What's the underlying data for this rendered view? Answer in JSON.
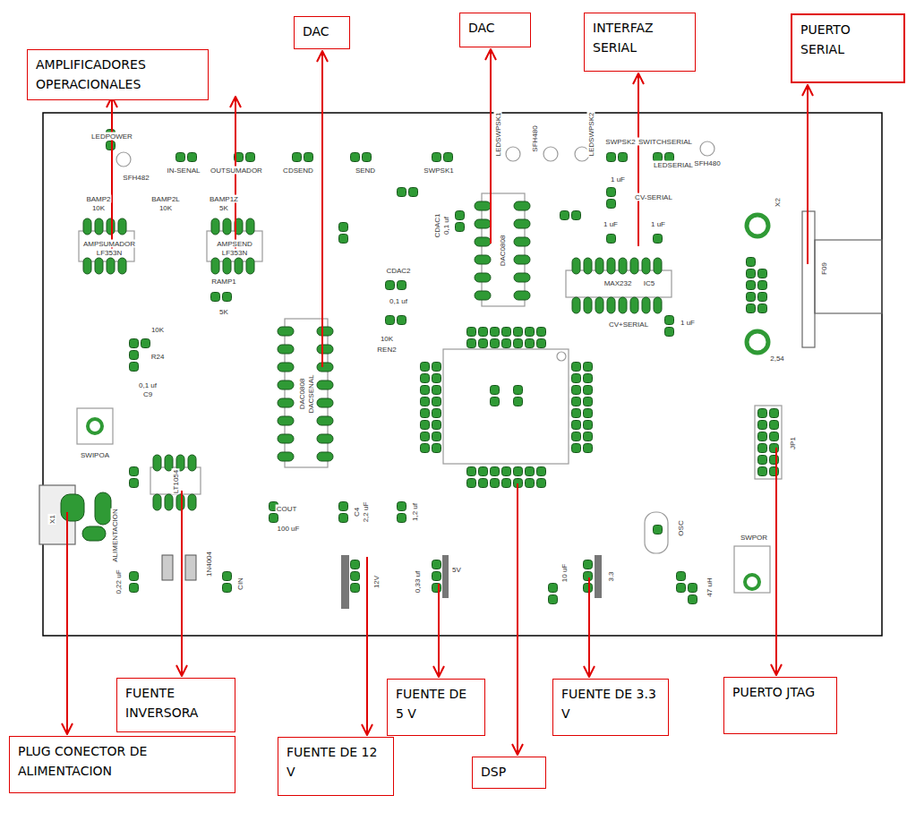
{
  "diagram": {
    "nodes": [
      {
        "text": [
          "AMPLIFICADORES OPERACIONALES"
        ]
      },
      {
        "text": [
          "DAC"
        ]
      },
      {
        "text": [
          "DAC"
        ]
      },
      {
        "text": [
          "INTERFAZ SERIAL"
        ]
      },
      {
        "text": [
          "PUERTO SERIAL"
        ]
      },
      {
        "text": [
          "FUENTE INVERSORA"
        ]
      },
      {
        "text": [
          "PLUG CONECTOR DE ALIMENTACION"
        ]
      },
      {
        "text": [
          "FUENTE DE 12 V"
        ]
      },
      {
        "text": [
          "FUENTE DE 5 V"
        ]
      },
      {
        "text": [
          "FUENTE DE 3.3 V"
        ]
      },
      {
        "text": [
          "PUERTO JTAG"
        ]
      },
      {
        "text": [
          "DSP"
        ]
      }
    ],
    "labels": [
      "LEDPOWER",
      "SFH482",
      "IN-SENAL",
      "OUTSUMADOR",
      "CDSEND",
      "SEND",
      "SWPSK1",
      "LEDSWPSK1",
      "SFH480",
      "LEDSWPSK2",
      "SWPSK2",
      "SWITCHSERIAL",
      "LEDSERIAL",
      "SFH480",
      "X2",
      "F09",
      "2,54",
      "BAMP2",
      "10K",
      "BAMP2L",
      "10K",
      "BAMP1Z",
      "5K",
      "AMPSUMADOR",
      "LF353N",
      "AMPSEND",
      "LF353N",
      "DAC0808",
      "DACSENAL",
      "DAC0808",
      "0,1 uf",
      "CDAC1",
      "0,1 uf",
      "CDAC2",
      "MAX232",
      "IC5",
      "1 uF",
      "CV-SERIAL",
      "1 uF",
      "1 uF",
      "CV+SERIAL",
      "1 uF",
      "C9",
      "0,1 uf",
      "SWIPOA",
      "JP1",
      "LT1054",
      "ALIMENTACION",
      "1N4004",
      "COUT",
      "100 uF",
      "C4",
      "2,2 uF",
      "1,2 uf",
      "12V",
      "0,33 uf",
      "5V",
      "10 uF",
      "3.3",
      "OSC",
      "47 uH",
      "SWPOR",
      "X1",
      "0,22 uF",
      "CIN",
      "10K",
      "R24",
      "10K",
      "REN2",
      "5K",
      "RAMP1"
    ]
  }
}
